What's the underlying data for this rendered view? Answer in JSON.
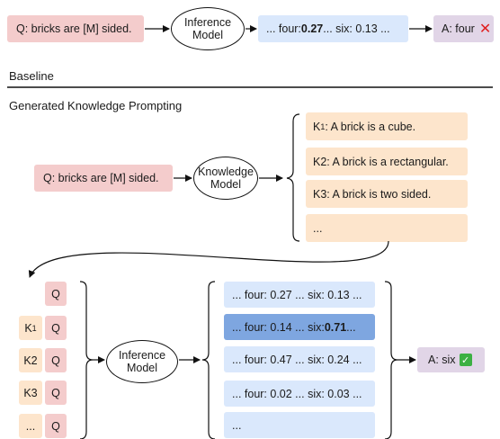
{
  "baseline": {
    "question": "Q: bricks are [M] sided.",
    "model": [
      "Inference",
      "Model"
    ],
    "prediction": {
      "pre": "... four: ",
      "bold": "0.27",
      "post": " ... six: 0.13 ..."
    },
    "answer": "A: four",
    "answer_mark": "✕",
    "section_label": "Baseline"
  },
  "gkp": {
    "section_label": "Generated Knowledge Prompting",
    "question": "Q: bricks are [M] sided.",
    "knowledge_model": [
      "Knowledge",
      "Model"
    ],
    "knowledge": [
      {
        "prefix": "K",
        "sub": "1",
        "text": ": A brick is a cube."
      },
      {
        "prefix": "K2",
        "sub": "",
        "text": ": A brick is a rectangular."
      },
      {
        "prefix": "K3",
        "sub": "",
        "text": ": A brick is two sided."
      },
      {
        "prefix": "...",
        "sub": "",
        "text": ""
      }
    ],
    "q_tag": "Q",
    "k_tags": [
      {
        "main": "K",
        "sub": "1"
      },
      {
        "main": "K2",
        "sub": ""
      },
      {
        "main": "K3",
        "sub": ""
      },
      {
        "main": "...",
        "sub": ""
      }
    ],
    "inference_model": [
      "Inference",
      "Model"
    ],
    "scores": [
      {
        "pre": "... four: 0.27 ... six: 0.13 ...",
        "bold": "",
        "post": ""
      },
      {
        "pre": "... four: 0.14 ... six: ",
        "bold": "0.71",
        "post": " ..."
      },
      {
        "pre": "... four: 0.47 ... six: 0.24 ...",
        "bold": "",
        "post": ""
      },
      {
        "pre": "... four: 0.02 ... six: 0.03 ...",
        "bold": "",
        "post": ""
      },
      {
        "pre": "...",
        "bold": "",
        "post": ""
      }
    ],
    "answer": "A: six",
    "answer_mark": "✓"
  },
  "colors": {
    "question": "#f4cccc",
    "knowledge": "#fde5cc",
    "score": "#dae8fc",
    "score_selected": "#7ea6e0",
    "answer": "#e1d5e7",
    "wrong": "#e02020",
    "correct": "#3cb043"
  }
}
